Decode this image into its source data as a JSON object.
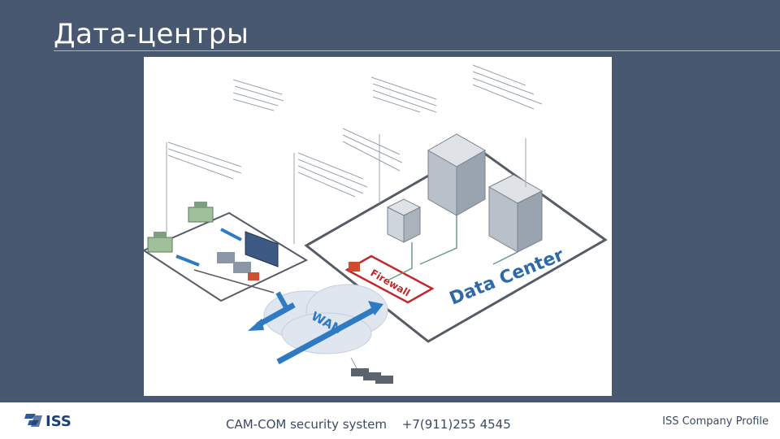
{
  "slide": {
    "title": "Дата-центры"
  },
  "diagram": {
    "labels": {
      "data_center": "Data Center",
      "firewall": "Firewall",
      "wan": "WAN"
    }
  },
  "footer": {
    "logo_text": "ISS",
    "company_system": "CAM-COM security system",
    "phone": "+7(911)255 4545",
    "profile": "ISS Company Profile"
  }
}
